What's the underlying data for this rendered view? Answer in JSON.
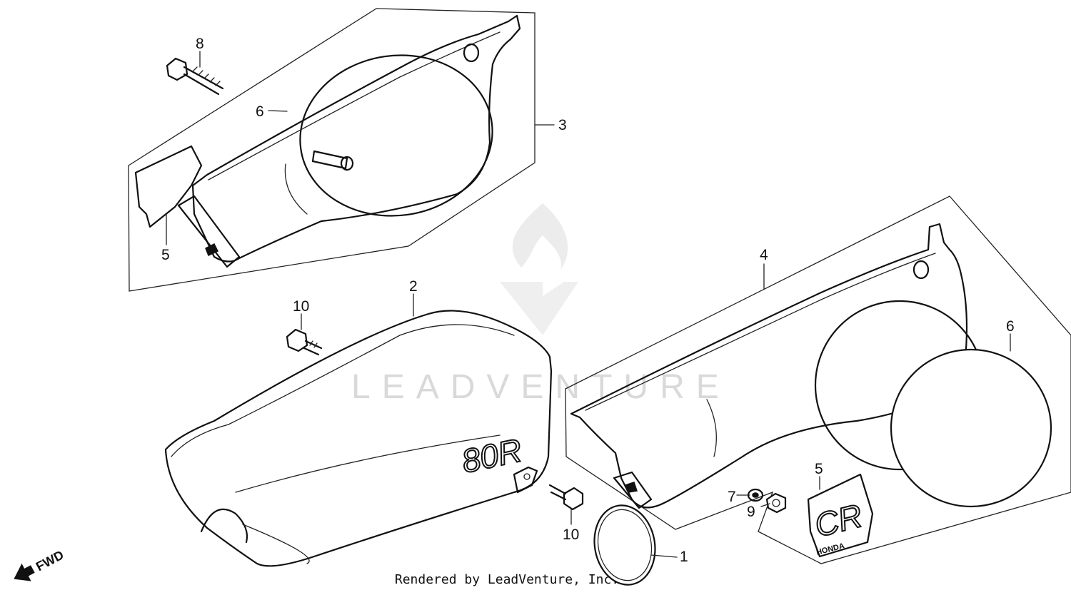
{
  "callouts": {
    "c1": "1",
    "c2": "2",
    "c3": "3",
    "c4": "4",
    "c5a": "5",
    "c5b": "5",
    "c6a": "6",
    "c6b": "6",
    "c7": "7",
    "c8": "8",
    "c9": "9",
    "c10a": "10",
    "c10b": "10"
  },
  "seat_decal": "80R",
  "side_decal": "CR",
  "side_decal_small": "HONDA",
  "fwd_label": "FWD",
  "watermark": "LEADVENTURE",
  "footer": "Rendered by LeadVenture, Inc."
}
